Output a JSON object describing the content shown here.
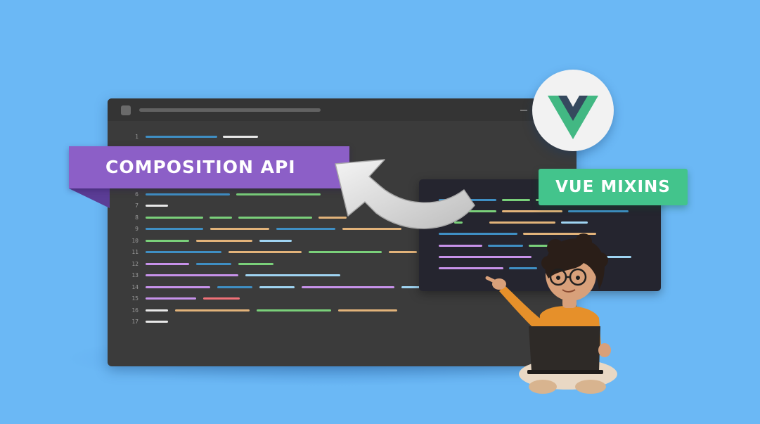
{
  "banners": {
    "composition_api": "COMPOSITION API",
    "vue_mixins": "VUE MIXINS"
  },
  "logo": {
    "name": "vue-logo"
  },
  "editor": {
    "line_numbers": [
      "1",
      "6",
      "7",
      "8",
      "9",
      "10",
      "11",
      "12",
      "13",
      "14",
      "15",
      "16",
      "17"
    ]
  },
  "colors": {
    "background": "#6bb8f5",
    "editor": "#3b3b3b",
    "panel": "#25252f",
    "purple_banner": "#8c5fc7",
    "green_banner": "#43c48c",
    "vue_green": "#42b883",
    "vue_dark": "#35495e"
  }
}
